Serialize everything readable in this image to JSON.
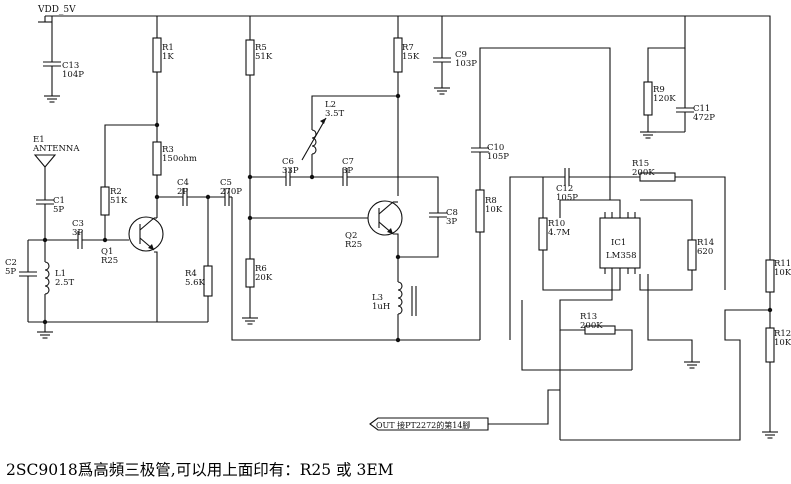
{
  "vdd_label": "VDD_5V",
  "antenna": {
    "ref": "E1",
    "name": "ANTENNA"
  },
  "components": [
    {
      "ref": "C13",
      "value": "104P"
    },
    {
      "ref": "R1",
      "value": "1K"
    },
    {
      "ref": "R5",
      "value": "51K"
    },
    {
      "ref": "R7",
      "value": "15K"
    },
    {
      "ref": "C9",
      "value": "103P"
    },
    {
      "ref": "R9",
      "value": "120K"
    },
    {
      "ref": "C11",
      "value": "472P"
    },
    {
      "ref": "L2",
      "value": "3.5T"
    },
    {
      "ref": "R3",
      "value": "150ohm"
    },
    {
      "ref": "C10",
      "value": "105P"
    },
    {
      "ref": "R15",
      "value": "200K"
    },
    {
      "ref": "C6",
      "value": "33P"
    },
    {
      "ref": "C7",
      "value": "3P"
    },
    {
      "ref": "C4",
      "value": "2P"
    },
    {
      "ref": "C5",
      "value": "270P"
    },
    {
      "ref": "C12",
      "value": "105P"
    },
    {
      "ref": "R2",
      "value": "51K"
    },
    {
      "ref": "C1",
      "value": "5P"
    },
    {
      "ref": "C8",
      "value": "3P"
    },
    {
      "ref": "R8",
      "value": "10K"
    },
    {
      "ref": "R10",
      "value": "4.7M"
    },
    {
      "ref": "C3",
      "value": "3P"
    },
    {
      "ref": "C2",
      "value": "5P"
    },
    {
      "ref": "L1",
      "value": "2.5T"
    },
    {
      "ref": "R4",
      "value": "5.6K"
    },
    {
      "ref": "R6",
      "value": "20K"
    },
    {
      "ref": "R14",
      "value": "620"
    },
    {
      "ref": "R11",
      "value": "10K"
    },
    {
      "ref": "L3",
      "value": "1uH"
    },
    {
      "ref": "R13",
      "value": "200K"
    },
    {
      "ref": "R12",
      "value": "10K"
    }
  ],
  "transistors": [
    {
      "ref": "Q1",
      "part": "R25"
    },
    {
      "ref": "Q2",
      "part": "R25"
    }
  ],
  "ic": {
    "ref": "IC1",
    "part": "LM358"
  },
  "output_label": "OUT  接PT2272的第14腳",
  "caption": "2SC9018爲高頻三极管,可以用上面印有：R25  或   3EM"
}
